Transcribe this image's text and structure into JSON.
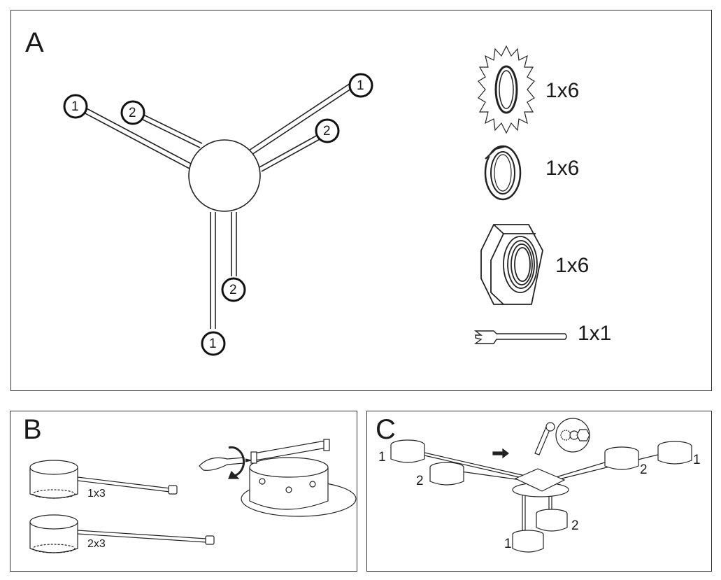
{
  "panels": {
    "a": {
      "letter": "A",
      "callouts": [
        "1",
        "2",
        "1",
        "2",
        "2",
        "1"
      ],
      "parts": [
        {
          "icon": "serrated-lock-washer-icon",
          "qty": "1x6"
        },
        {
          "icon": "split-lock-washer-icon",
          "qty": "1x6"
        },
        {
          "icon": "hex-nut-icon",
          "qty": "1x6"
        },
        {
          "icon": "wrench-icon",
          "qty": "1x1"
        }
      ]
    },
    "b": {
      "letter": "B",
      "arm_labels": [
        "1x3",
        "2x3"
      ]
    },
    "c": {
      "letter": "C",
      "labels": [
        "1",
        "2",
        "2",
        "1",
        "2",
        "1"
      ]
    }
  },
  "colors": {
    "line": "#222222",
    "border": "#333333",
    "fill": "#ffffff"
  }
}
